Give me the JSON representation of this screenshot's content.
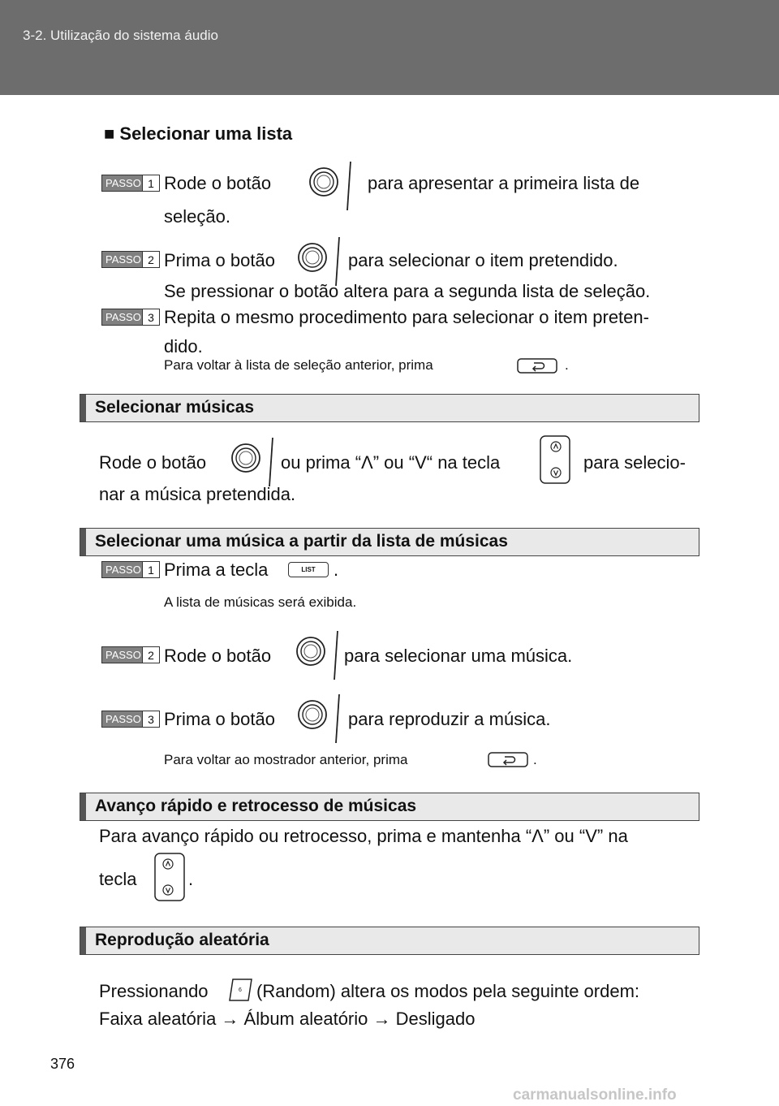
{
  "header": {
    "chapter": "3-2. Utilização do sistema áudio"
  },
  "s1": {
    "title": "■ Selecionar uma lista",
    "step1_label": "PASSO",
    "step1_num": "1",
    "step1_a": "Rode  o  botão",
    "step1_b": "para  apresentar  a  primeira  lista  de",
    "step1_c": "seleção.",
    "step2_label": "PASSO",
    "step2_num": "2",
    "step2_a": "Prima o botão",
    "step2_b": "para selecionar o item pretendido.",
    "step2_c": "Se pressionar o botão altera para a segunda lista de seleção.",
    "step3_label": "PASSO",
    "step3_num": "3",
    "step3_a": "Repita o mesmo procedimento para selecionar o item preten-",
    "step3_b": "dido.",
    "note_a": "Para voltar à lista de seleção anterior, prima",
    "note_b": "."
  },
  "s2": {
    "title": "Selecionar músicas",
    "line_a": "Rode o botão",
    "line_b": "ou prima  “Λ” ou “V“ na tecla",
    "line_c": "para selecio-",
    "line_d": "nar a música pretendida."
  },
  "s3": {
    "title": "Selecionar uma música a partir da lista de músicas",
    "step1_label": "PASSO",
    "step1_num": "1",
    "step1_a": "Prima a tecla",
    "step1_key": "LIST",
    "step1_b": ".",
    "step1_note": "A lista de músicas será exibida.",
    "step2_label": "PASSO",
    "step2_num": "2",
    "step2_a": "Rode o botão",
    "step2_b": "para selecionar uma música.",
    "step3_label": "PASSO",
    "step3_num": "3",
    "step3_a": "Prima o botão",
    "step3_b": "para reproduzir a música.",
    "note_a": "Para voltar ao mostrador anterior, prima",
    "note_b": "."
  },
  "s4": {
    "title": "Avanço rápido e retrocesso de músicas",
    "line_a": "Para  avanço  rápido  ou  retrocesso,  prima  e  mantenha  “Λ”  ou  “V”  na",
    "line_b": "tecla",
    "line_c": "."
  },
  "s5": {
    "title": "Reprodução aleatória",
    "line_a": "Pressionando",
    "key_label": "6",
    "line_b": "(Random) altera os modos pela seguinte ordem:",
    "line_c": "Faixa aleatória → Álbum aleatório → Desligado"
  },
  "footer": {
    "page_number": "376",
    "watermark": "carmanualsonline.info"
  },
  "icons": {
    "knob": "rotary-knob-icon",
    "back": "back-arrow-icon",
    "updown": "seek-up-down-key-icon",
    "list": "list-key-icon",
    "preset6": "preset-6-key-icon"
  }
}
